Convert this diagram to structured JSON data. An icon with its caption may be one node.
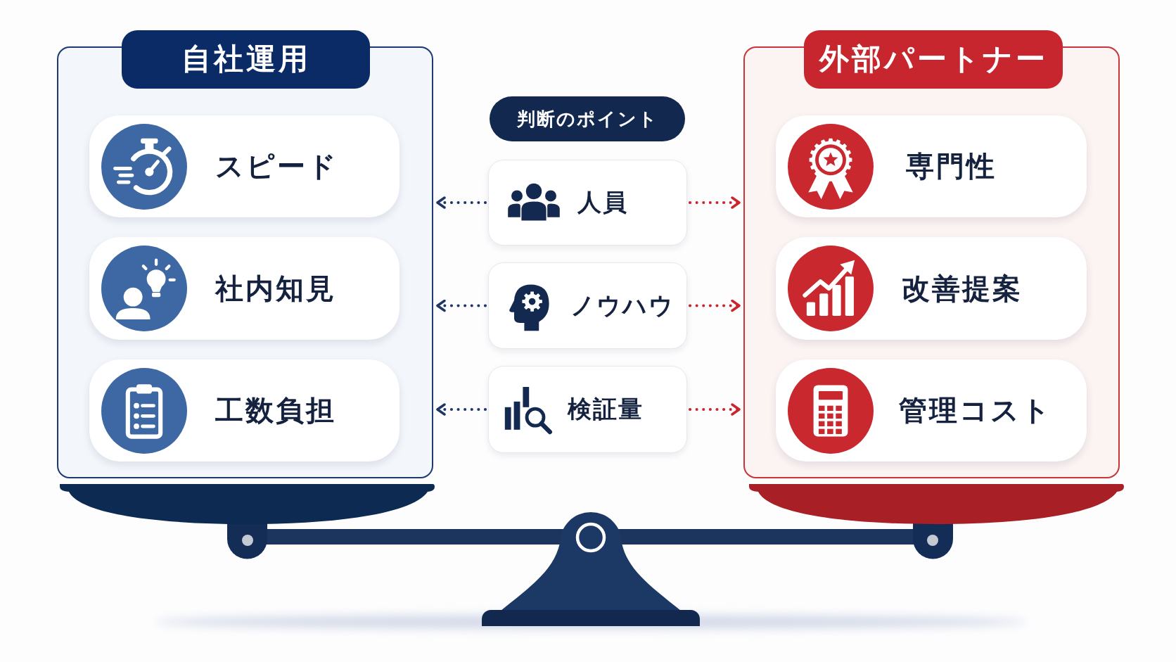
{
  "diagram": {
    "nodes": [
      {
        "text": [
          "自社運用"
        ]
      },
      {
        "text": [
          "スピード"
        ],
        "in": 0
      },
      {
        "text": [
          "社内知見"
        ],
        "in": 0
      },
      {
        "text": [
          "工数負担"
        ],
        "in": 0
      },
      {
        "text": [
          "判断のポイント"
        ]
      },
      {
        "text": [
          "人員"
        ]
      },
      {
        "text": [
          "ノウハウ"
        ]
      },
      {
        "text": [
          "検証量"
        ]
      },
      {
        "text": [
          "外部パートナー"
        ]
      },
      {
        "text": [
          "専門性"
        ],
        "in": 8
      },
      {
        "text": [
          "改善提案"
        ],
        "in": 8
      },
      {
        "text": [
          "管理コスト"
        ],
        "in": 8
      }
    ],
    "edges": [
      {
        "from": 5,
        "to": 0,
        "arrow": "to",
        "style": "dashed",
        "color": "#1f3566"
      },
      {
        "from": 5,
        "to": 8,
        "arrow": "to",
        "style": "dashed",
        "color": "#c8252c"
      },
      {
        "from": 6,
        "to": 0,
        "arrow": "to",
        "style": "dashed",
        "color": "#1f3566"
      },
      {
        "from": 6,
        "to": 8,
        "arrow": "to",
        "style": "dashed",
        "color": "#c8252c"
      },
      {
        "from": 7,
        "to": 0,
        "arrow": "to",
        "style": "dashed",
        "color": "#1f3566"
      },
      {
        "from": 7,
        "to": 8,
        "arrow": "to",
        "style": "dashed",
        "color": "#c8252c"
      }
    ]
  }
}
